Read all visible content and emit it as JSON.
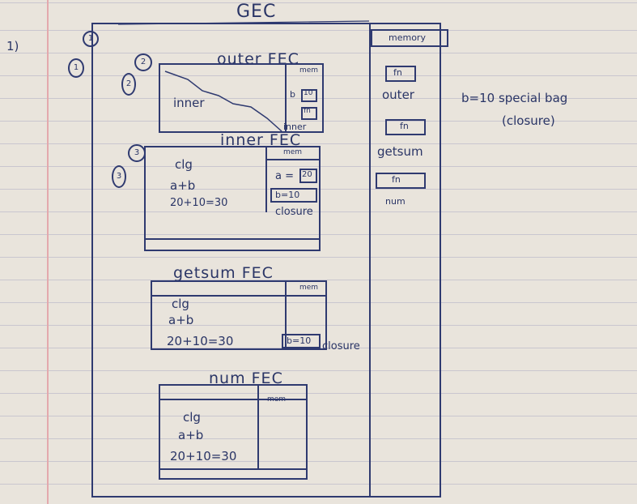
{
  "gec": {
    "title": "GEC",
    "memory_label": "memory",
    "row_number": "1)"
  },
  "gec_memory": [
    {
      "value": "fn",
      "name": "outer"
    },
    {
      "value": "fn",
      "name": "getsum"
    },
    {
      "value": "fn",
      "name": "num"
    }
  ],
  "note": {
    "text": "b=10 special bag",
    "closure": "(closure)"
  },
  "outer_fec": {
    "title": "outer FEC",
    "mem_label": "mem",
    "body": "inner",
    "mem_items": [
      "b",
      "10",
      "fn"
    ],
    "mem_fn_name": "inner"
  },
  "inner_fec": {
    "title": "inner FEC",
    "mem_label": "mem",
    "lines": [
      "clg",
      "a+b",
      "20+10=30"
    ],
    "mem_a": "a =",
    "mem_a_val": "20",
    "mem_b": "b=10",
    "closure": "closure"
  },
  "getsum_fec": {
    "title": "getsum FEC",
    "mem_label": "mem",
    "lines": [
      "clg",
      "a+b",
      "20+10=30"
    ],
    "closure_val": "b=10",
    "closure": "closure"
  },
  "num_fec": {
    "title": "num FEC",
    "mem_label": "mem",
    "lines": [
      "clg",
      "a+b",
      "20+10=30"
    ]
  },
  "markers": [
    "1",
    "2",
    "3"
  ],
  "ink_color": "#2a3566",
  "line_color": "#c9c6cf",
  "margin_color": "#e3a9ad"
}
